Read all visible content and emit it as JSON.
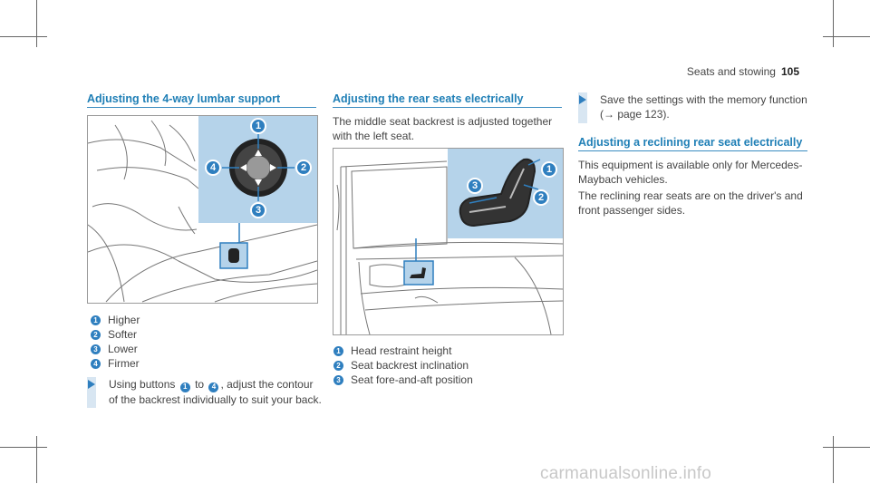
{
  "header": {
    "section": "Seats and stowing",
    "page_number": "105"
  },
  "col1": {
    "title": "Adjusting the 4-way lumbar support",
    "figure": {
      "callouts": [
        "1",
        "2",
        "3",
        "4"
      ]
    },
    "legend": [
      {
        "num": "1",
        "label": "Higher"
      },
      {
        "num": "2",
        "label": "Softer"
      },
      {
        "num": "3",
        "label": "Lower"
      },
      {
        "num": "4",
        "label": "Firmer"
      }
    ],
    "step": {
      "pre": "Using buttons",
      "from": "1",
      "mid": "to",
      "to": "4",
      "post": ", adjust the contour",
      "line2": "of the backrest individually to suit your back."
    }
  },
  "col2": {
    "title": "Adjusting the rear seats electrically",
    "intro_line1": "The middle seat backrest is adjusted together",
    "intro_line2": "with the left seat.",
    "figure": {
      "callouts": [
        "1",
        "2",
        "3"
      ]
    },
    "legend": [
      {
        "num": "1",
        "label": "Head restraint height"
      },
      {
        "num": "2",
        "label": "Seat backrest inclination"
      },
      {
        "num": "3",
        "label": "Seat fore-and-aft position"
      }
    ]
  },
  "col3": {
    "step_line1": "Save the settings with the memory function",
    "step_line2": "(→ page 123).",
    "title": "Adjusting a reclining rear seat electrically",
    "para1_line1": "This equipment is available only for Mercedes-",
    "para1_line2": "Maybach vehicles.",
    "para2_line1": "The reclining rear seats are on the driver's and",
    "para2_line2": "front passenger sides."
  },
  "watermark": "carmanualsonline.info",
  "colors": {
    "accent": "#1f7fb6",
    "callout": "#2f7fbf",
    "panel": "#b5d3ea",
    "step_bar": "#d8e6f2"
  }
}
